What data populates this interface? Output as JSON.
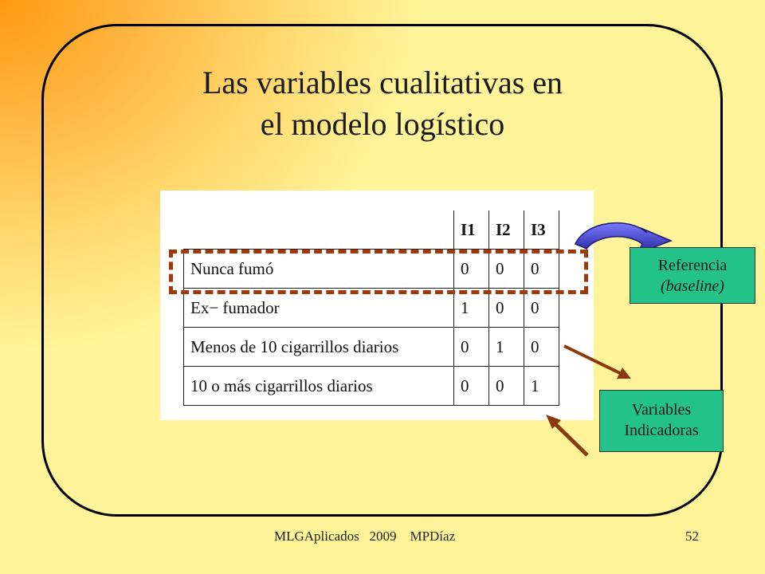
{
  "slide": {
    "title_line1": "Las variables cualitativas en",
    "title_line2": "el modelo logístico"
  },
  "table": {
    "headers": [
      "",
      "I1",
      "I2",
      "I3"
    ],
    "rows": [
      {
        "label": "Nunca fumó",
        "values": [
          "0",
          "0",
          "0"
        ]
      },
      {
        "label": "Ex− fumador",
        "values": [
          "1",
          "0",
          "0"
        ]
      },
      {
        "label": "Menos de 10 cigarrillos diarios",
        "values": [
          "0",
          "1",
          "0"
        ]
      },
      {
        "label": "10 o más cigarrillos diarios",
        "values": [
          "0",
          "0",
          "1"
        ]
      }
    ]
  },
  "callouts": {
    "reference_line1": "Referencia",
    "reference_line2": "(baseline)",
    "indicators_line1": "Variables",
    "indicators_line2": "Indicadoras"
  },
  "footer": {
    "text": "MLGAplicados   2009    MPDíaz",
    "page_number": "52"
  },
  "colors": {
    "callout_fill": "#23c28a",
    "dashed_highlight": "#a0380a",
    "arrow_brown": "#8b3a0e",
    "curved_arrow_blue": "#3a3ab8"
  }
}
